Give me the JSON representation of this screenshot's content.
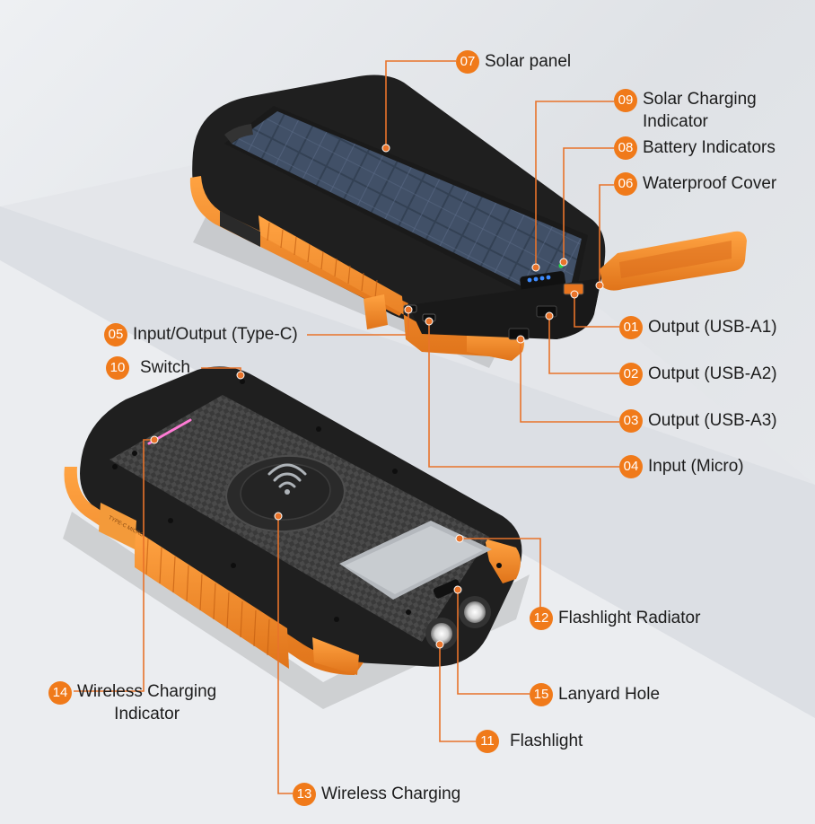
{
  "colors": {
    "accent": "#f07a1a",
    "leader": "#e8732a",
    "device_orange": "#f08a24",
    "device_black": "#1e1e1e"
  },
  "labels": {
    "solar_panel": {
      "num": "07",
      "text": "Solar panel"
    },
    "solar_charging_indicator": {
      "num": "09",
      "line1": "Solar Charging",
      "line2": "Indicator"
    },
    "battery_indicators": {
      "num": "08",
      "text": "Battery Indicators"
    },
    "waterproof_cover": {
      "num": "06",
      "text": "Waterproof Cover"
    },
    "input_output_typec": {
      "num": "05",
      "text": "Input/Output (Type-C)"
    },
    "switch": {
      "num": "10",
      "text": "Switch"
    },
    "output_usb_a1": {
      "num": "01",
      "text": "Output (USB-A1)"
    },
    "output_usb_a2": {
      "num": "02",
      "text": "Output (USB-A2)"
    },
    "output_usb_a3": {
      "num": "03",
      "text": "Output (USB-A3)"
    },
    "input_micro": {
      "num": "04",
      "text": "Input (Micro)"
    },
    "flashlight_radiator": {
      "num": "12",
      "text": "Flashlight Radiator"
    },
    "wireless_charging_indicator": {
      "num": "14",
      "line1": "Wireless Charging",
      "line2": "Indicator"
    },
    "lanyard_hole": {
      "num": "15",
      "text": "Lanyard Hole"
    },
    "flashlight": {
      "num": "11",
      "text": "Flashlight"
    },
    "wireless_charging": {
      "num": "13",
      "text": "Wireless Charging"
    }
  },
  "side_port_text": "TYPE-C MICRO"
}
